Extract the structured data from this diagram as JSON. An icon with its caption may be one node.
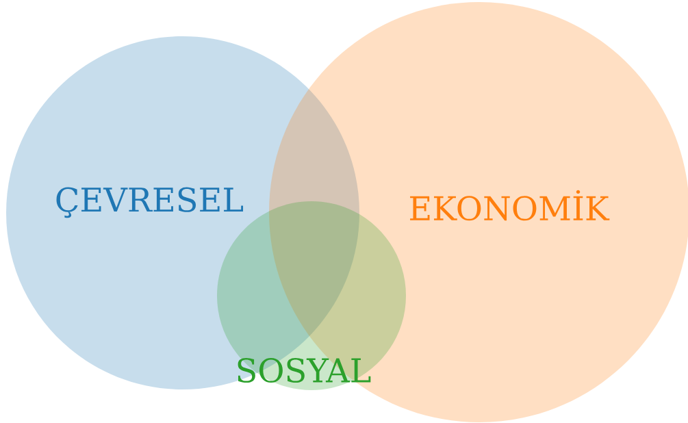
{
  "diagram": {
    "nodes": [
      {
        "text": [
          "ÇEVRESEL"
        ]
      },
      {
        "text": [
          "EKONOMİK"
        ]
      },
      {
        "text": [
          "SOSYAL"
        ]
      }
    ]
  }
}
